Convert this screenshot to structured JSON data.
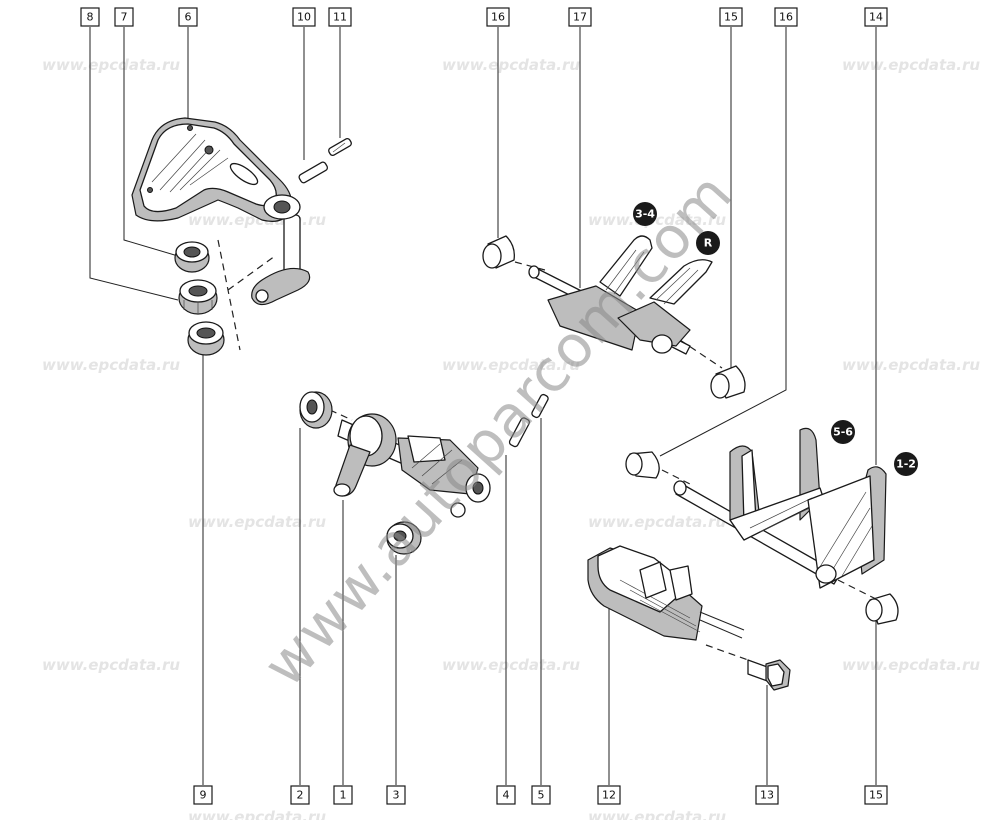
{
  "watermarks": {
    "site_text": "www.epcdata.ru",
    "diagonal_text": "www.autoparcom.com"
  },
  "callouts": {
    "top": [
      "8",
      "7",
      "6",
      "10",
      "11",
      "16",
      "17",
      "15",
      "16",
      "14"
    ],
    "bottom": [
      "9",
      "2",
      "1",
      "3",
      "4",
      "5",
      "12",
      "13",
      "15"
    ]
  },
  "gear_badges": {
    "g34": "3-4",
    "reverse": "R",
    "g56": "5-6",
    "g12": "1-2"
  }
}
